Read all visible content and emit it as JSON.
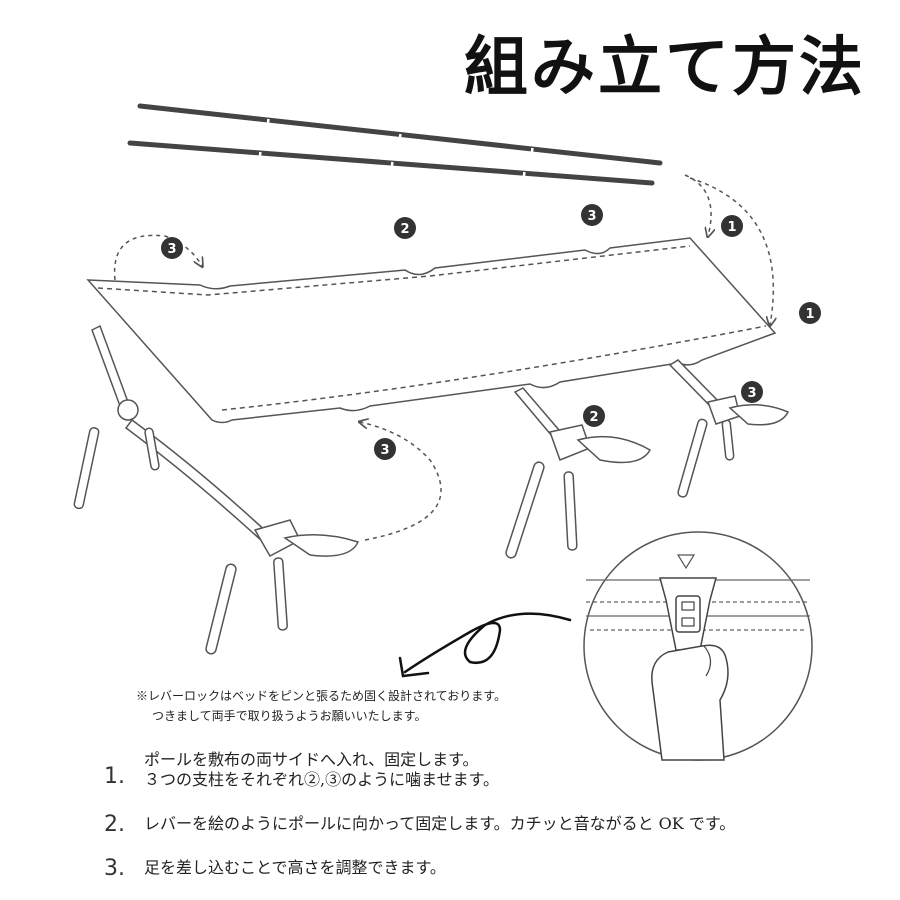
{
  "title": "組み立て方法",
  "diagram": {
    "markers": [
      {
        "id": "m1-top",
        "label": "1"
      },
      {
        "id": "m1-right",
        "label": "1"
      },
      {
        "id": "m2-top",
        "label": "2"
      },
      {
        "id": "m3-top",
        "label": "3"
      },
      {
        "id": "m3-left",
        "label": "3"
      },
      {
        "id": "m2-mid",
        "label": "2"
      },
      {
        "id": "m3-right",
        "label": "3"
      },
      {
        "id": "m3-bottom",
        "label": "3"
      }
    ]
  },
  "note": {
    "line1": "※レバーロックはベッドをピンと張るため固く設計されております。",
    "line2": "つきまして両手で取り扱うようお願いいたします。"
  },
  "steps": [
    {
      "number": "1.",
      "lines": [
        "ポールを敷布の両サイドへ入れ、固定します。",
        "３つの支柱をそれぞれ②,③のように噛ませます。"
      ]
    },
    {
      "number": "2.",
      "lines": [
        "レバーを絵のようにポールに向かって固定します。カチッと音ながると OK です。"
      ]
    },
    {
      "number": "3.",
      "lines": [
        "足を差し込むことで高さを調整できます。"
      ]
    }
  ]
}
